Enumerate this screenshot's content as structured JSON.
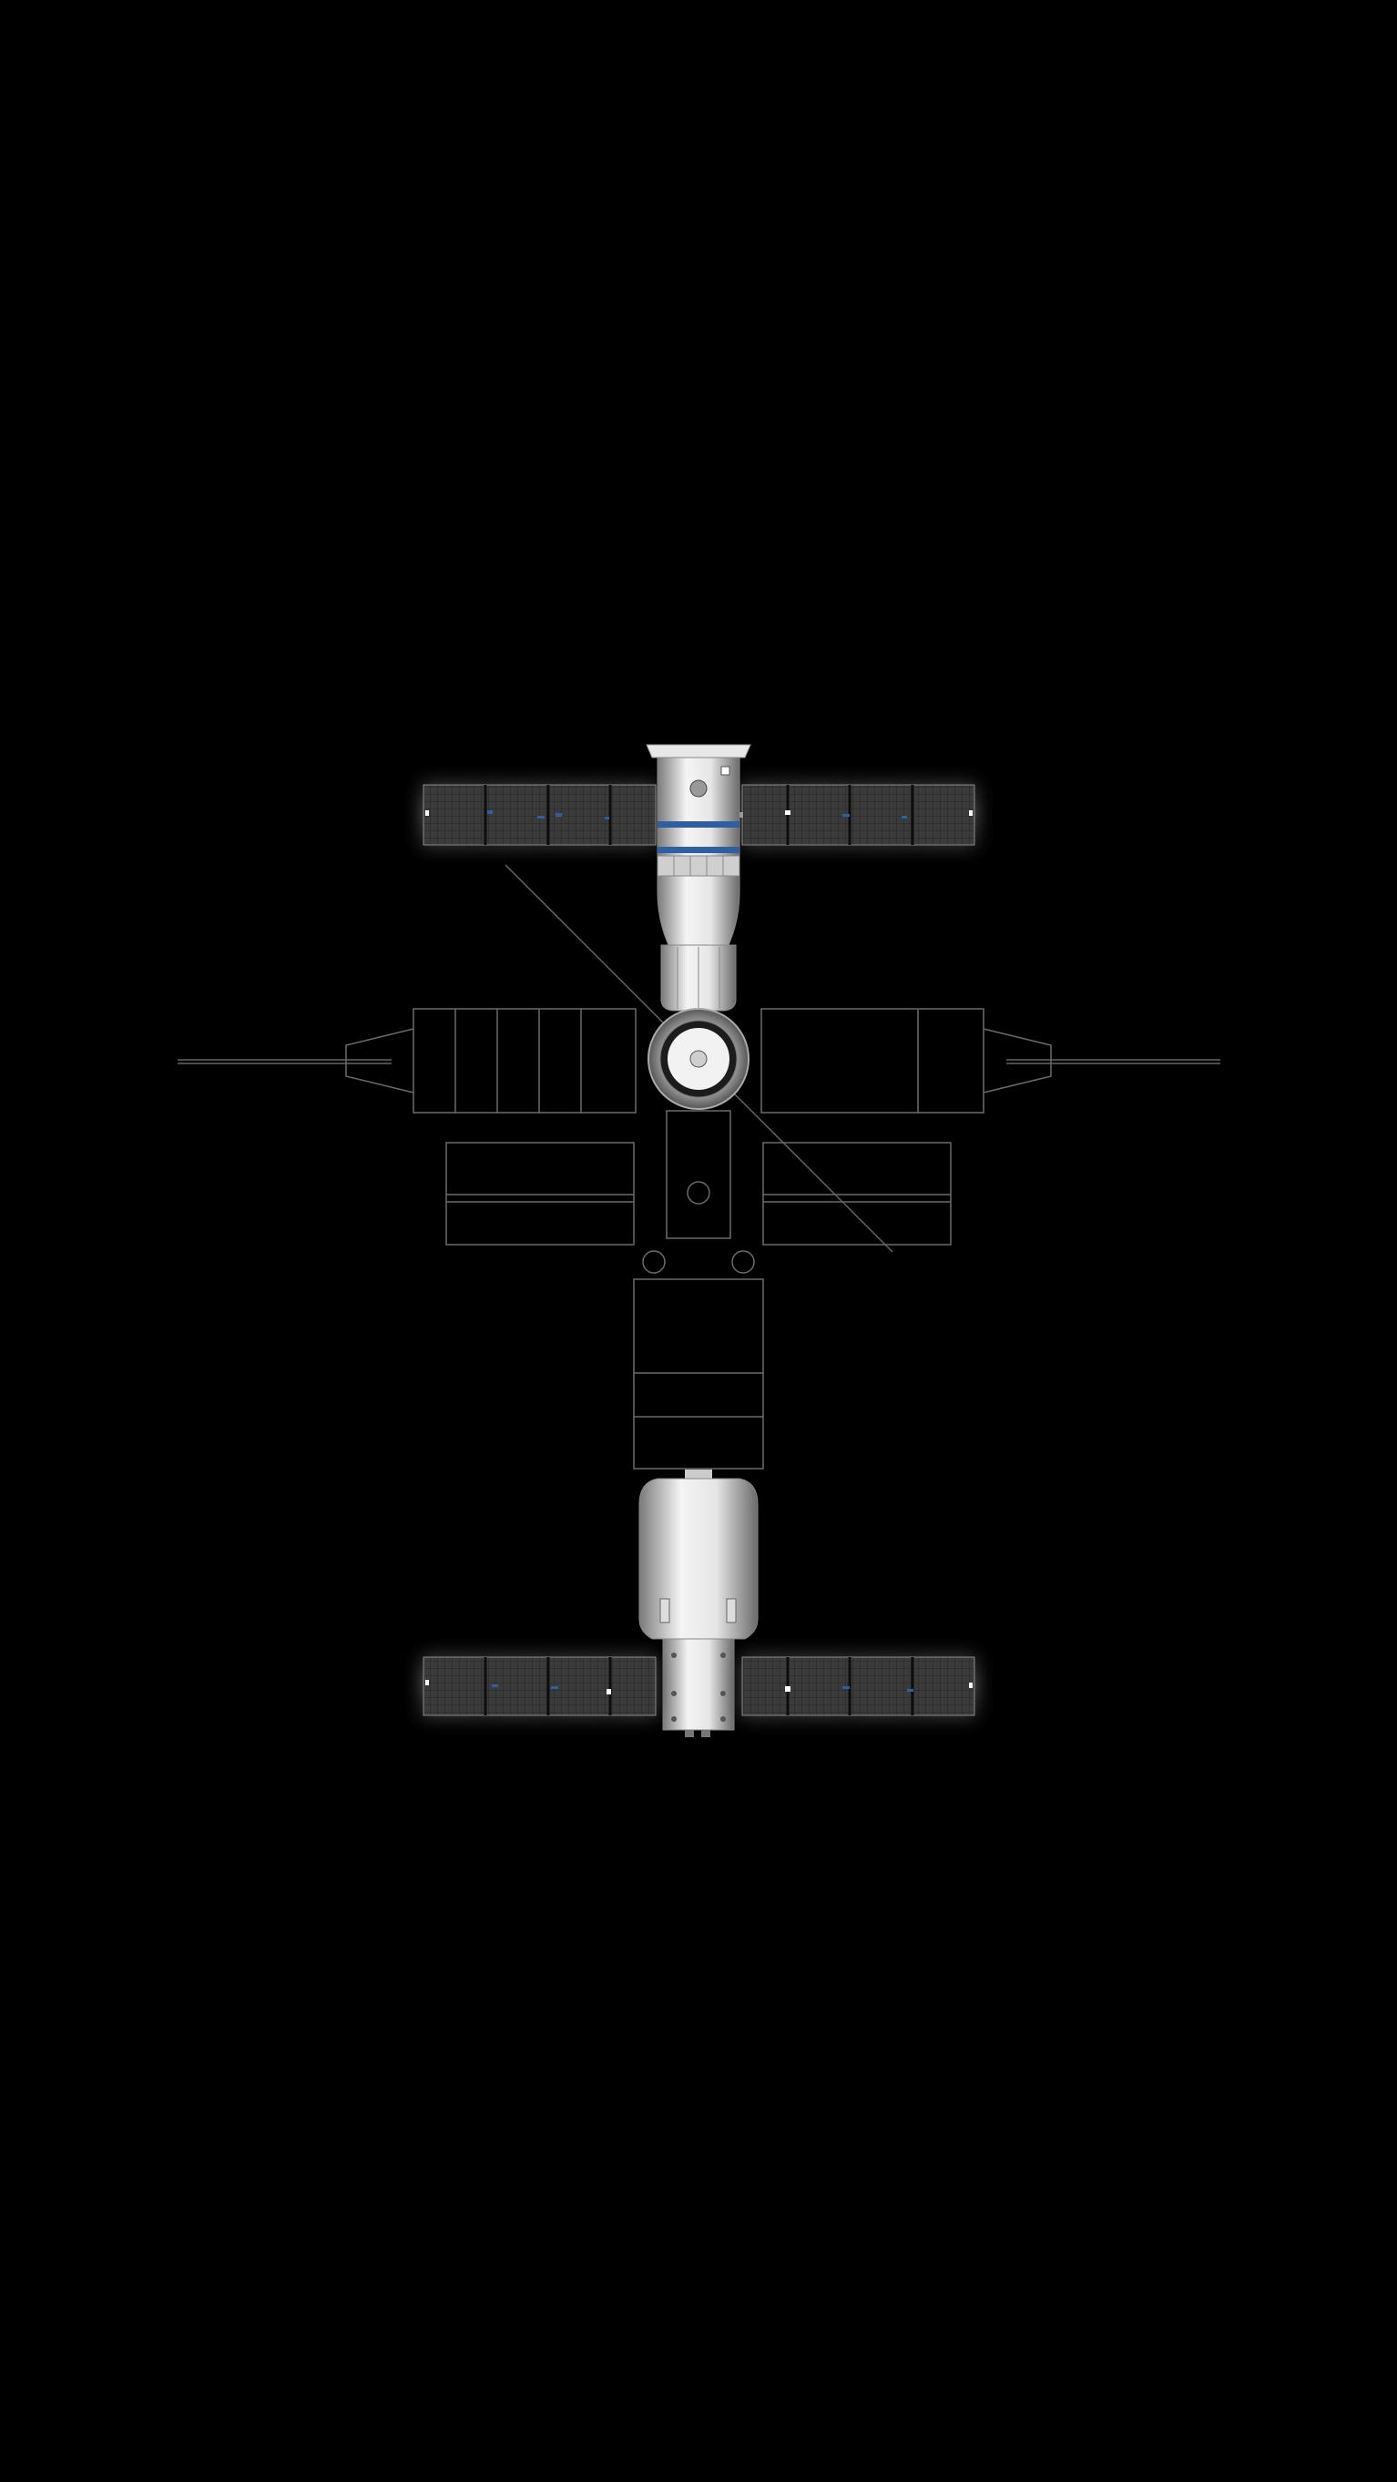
{
  "scene": {
    "background_color": "#000000",
    "subject": "space-station-wallpaper",
    "colors": {
      "glow": "#8b0000",
      "outline": "#bdbdbd",
      "hull_light": "#f2f2f2",
      "hull_dark": "#6d6d6d",
      "solar_cell": "#3a3a3a",
      "accent_blue": "#2f5f9e"
    },
    "icons": [
      "upper-solar-array-left",
      "upper-solar-array-right",
      "crew-capsule",
      "docking-hub",
      "module-outline",
      "cargo-ship",
      "lower-solar-array-left",
      "lower-solar-array-right"
    ]
  }
}
